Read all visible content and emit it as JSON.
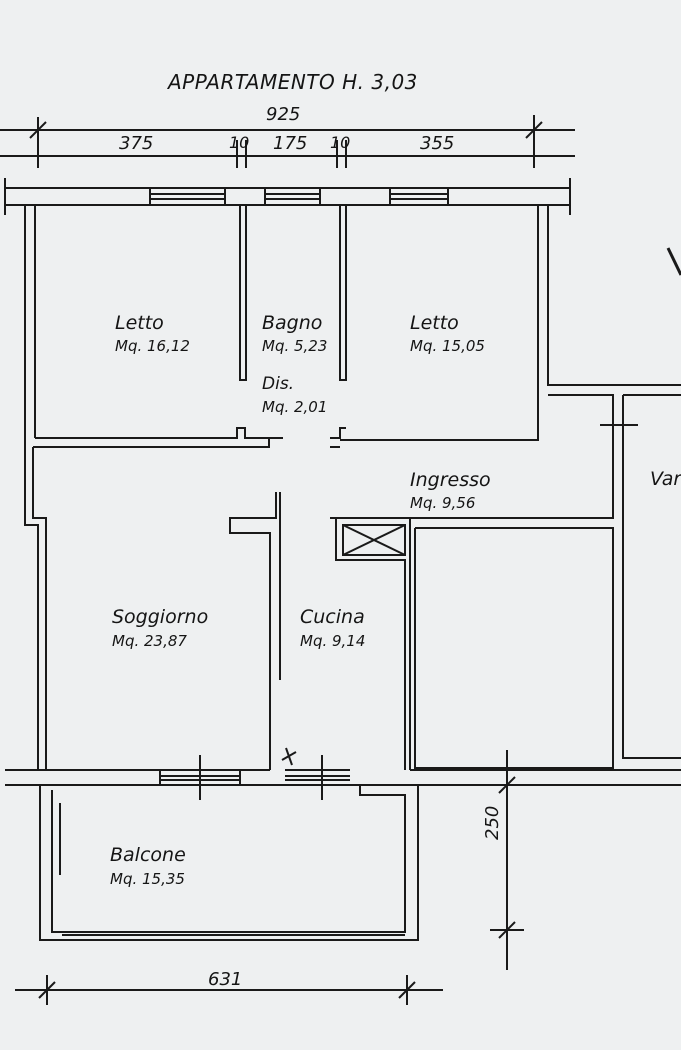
{
  "title": "APPARTAMENTO  H. 3,03",
  "dimensions": {
    "total_width": "925",
    "seg_left": "375",
    "seg_wall1": "10",
    "seg_mid": "175",
    "seg_wall2": "10",
    "seg_right": "355",
    "balcony_width": "631",
    "balcony_depth": "250"
  },
  "rooms": [
    {
      "name": "Letto",
      "area": "Mq.  16,12"
    },
    {
      "name": "Bagno",
      "area": "Mq.  5,23"
    },
    {
      "name": "Letto",
      "area": "Mq.  15,05"
    },
    {
      "name": "Dis.",
      "area": "Mq.  2,01"
    },
    {
      "name": "Ingresso",
      "area": "Mq.  9,56"
    },
    {
      "name": "Soggiorno",
      "area": "Mq.  23,87"
    },
    {
      "name": "Cucina",
      "area": "Mq.  9,14"
    },
    {
      "name": "Balcone",
      "area": "Mq.  15,35"
    },
    {
      "name": "Var",
      "area": ""
    }
  ]
}
